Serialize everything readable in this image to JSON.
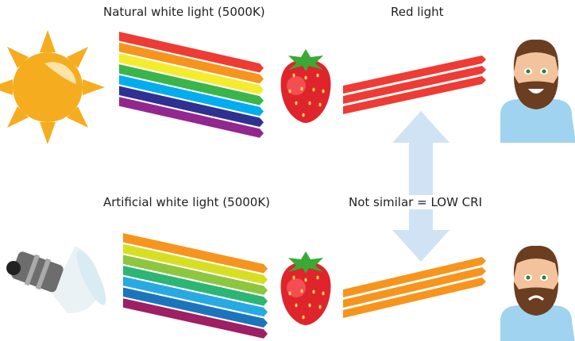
{
  "labels": {
    "natural": "Natural white light (5000K)",
    "red": "Red light",
    "artificial": "Artificial white light (5000K)",
    "compare": "Not similar = LOW CRI"
  },
  "colors": {
    "natural_spectrum": [
      "#ee3b34",
      "#f7941d",
      "#f4ec2d",
      "#39b54a",
      "#00aeef",
      "#2e3192",
      "#92278f"
    ],
    "artificial_spectrum": [
      "#f7941d",
      "#d7df23",
      "#8dc63f",
      "#2bb673",
      "#27aae1",
      "#1c75bc",
      "#9e1f63"
    ],
    "reflected_top": "#ee3b34",
    "reflected_bottom": "#f7941d",
    "arrow": "#cfe3f5",
    "sun": "#f5ad1f",
    "strawberry": "#e0242b",
    "shirt": "#9fd3ef"
  },
  "icons": [
    "sun-icon",
    "bulb-icon",
    "strawberry-icon",
    "face-happy-icon",
    "face-worried-icon",
    "double-arrow-icon"
  ]
}
